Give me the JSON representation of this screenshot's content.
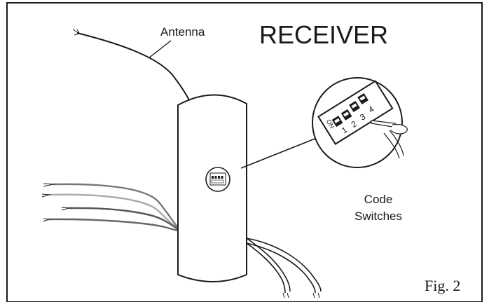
{
  "title": "RECEIVER",
  "labels": {
    "antenna": "Antenna",
    "code_switches_line1": "Code",
    "code_switches_line2": "Switches",
    "figure": "Fig. 2"
  },
  "switch_block": {
    "on_label": "ON",
    "numbers": [
      "1",
      "2",
      "3",
      "4"
    ]
  },
  "colors": {
    "line": "#1a1a1a",
    "housing_fill": "#ffffff",
    "wire_dark": "#555555",
    "wire_mid": "#7a7a7a",
    "wire_light": "#aaaaaa"
  }
}
